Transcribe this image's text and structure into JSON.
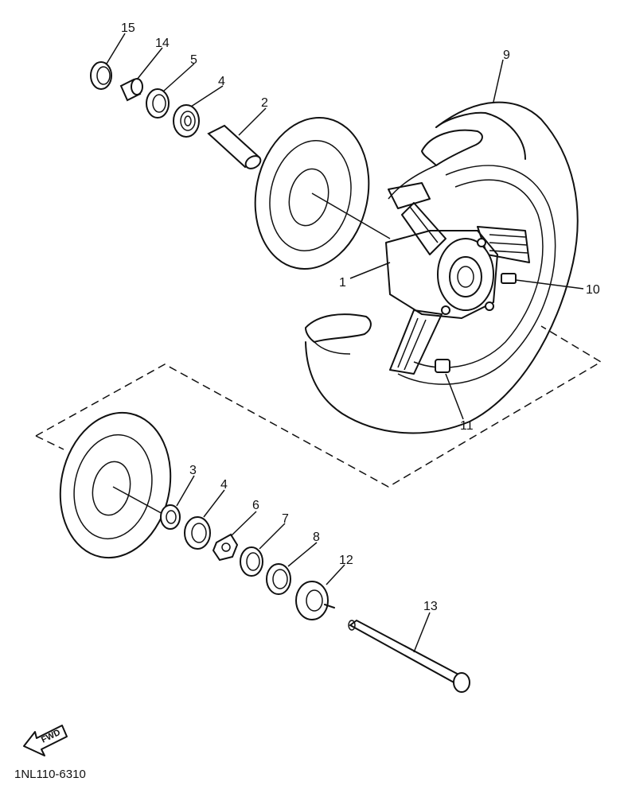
{
  "diagram": {
    "part_code": "1NL110-6310",
    "fwd_label": "FWD",
    "callouts": {
      "c1": "1",
      "c2": "2",
      "c3": "3",
      "c4a": "4",
      "c4b": "4",
      "c5": "5",
      "c6": "6",
      "c7": "7",
      "c8": "8",
      "c9": "9",
      "c10": "10",
      "c11": "11",
      "c12": "12",
      "c13": "13",
      "c14": "14",
      "c15": "15"
    }
  }
}
